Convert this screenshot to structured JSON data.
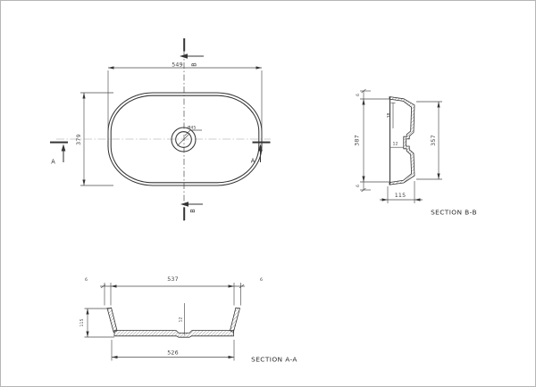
{
  "plan": {
    "width": "549",
    "height": "379",
    "drain": "Ø45",
    "marker_a": "A",
    "marker_b": "B"
  },
  "section_bb": {
    "title": "SECTION B-B",
    "rim_top": "6",
    "width_outer": "387",
    "rim_bottom": "6",
    "width_inner": "357",
    "height": "115",
    "depth_label": "38",
    "drain_label": "12"
  },
  "section_aa": {
    "title": "SECTION A-A",
    "rim_left": "6",
    "width_top": "537",
    "rim_right": "6",
    "height": "115",
    "width_bottom": "526",
    "drain_label": "12"
  }
}
